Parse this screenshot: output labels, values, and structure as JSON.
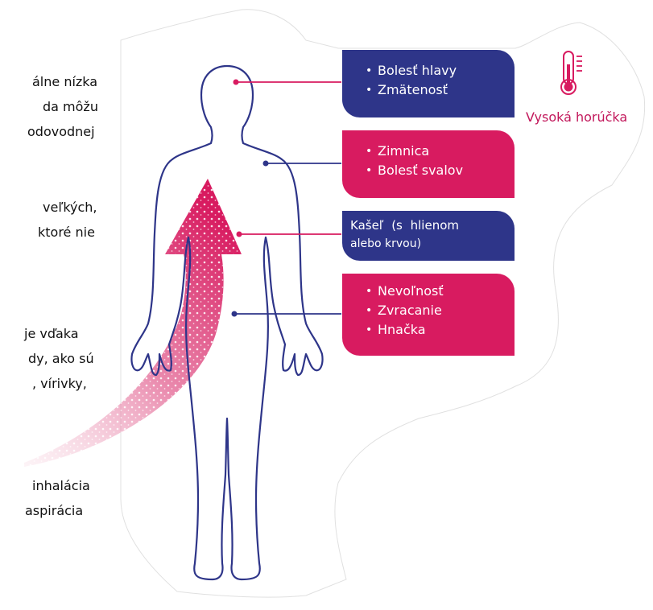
{
  "left_text": {
    "l1": "álne nízka",
    "l2": "da môžu",
    "l3": "odovodnej",
    "l4": "veľkých,",
    "l5": "ktoré nie",
    "l6": "je vďaka",
    "l7": "dy, ako sú",
    "l8": ", vírivky,",
    "l9": "inhalácia",
    "l10": "aspirácia"
  },
  "boxes": {
    "head": {
      "items": [
        "Bolesť hlavy",
        "Zmätenosť"
      ],
      "color": "#2e3589"
    },
    "shoulder": {
      "items": [
        "Zimnica",
        "Bolesť svalov"
      ],
      "color": "#d81b60"
    },
    "chest": {
      "line1": "Kašeľ (s hlienom",
      "line2": "alebo krvou)",
      "color": "#2e3589"
    },
    "abdomen": {
      "items": [
        "Nevoľnosť",
        "Zvracanie",
        "Hnačka"
      ],
      "color": "#d81b60"
    }
  },
  "fever": {
    "label": "Vysoká horúčka",
    "icon": "thermometer-icon",
    "color": "#c2185b"
  },
  "bullet": "•"
}
